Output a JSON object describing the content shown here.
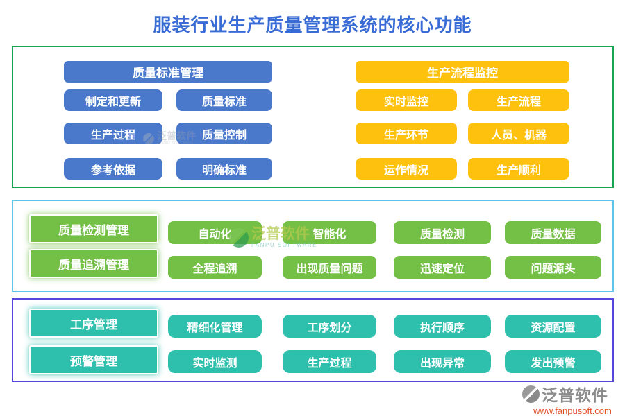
{
  "title": "服装行业生产质量管理系统的核心功能",
  "colors": {
    "title_text": "#3a6cd6",
    "blue_node": "#4a79cc",
    "orange_node": "#fec20e",
    "green_node": "#74bf45",
    "teal_node": "#2fbfad",
    "section_standard_border": "#18a452",
    "section_detection_border": "#5ec6ec",
    "section_procedure_border": "#5747dd",
    "footer_url_text": "#e25427"
  },
  "sections": {
    "standard": {
      "left_group": {
        "header": "质量标准管理",
        "items": [
          "制定和更新",
          "质量标准",
          "生产过程",
          "质量控制",
          "参考依据",
          "明确标准"
        ]
      },
      "right_group": {
        "header": "生产流程监控",
        "items": [
          "实时监控",
          "生产流程",
          "生产环节",
          "人员、机器",
          "运作情况",
          "生产顺利"
        ]
      }
    },
    "detection": {
      "featured": [
        "质量检测管理",
        "质量追溯管理"
      ],
      "row1": [
        "自动化",
        "智能化",
        "质量检测",
        "质量数据"
      ],
      "row2": [
        "全程追溯",
        "出现质量问题",
        "迅速定位",
        "问题源头"
      ]
    },
    "procedure": {
      "featured": [
        "工序管理",
        "预警管理"
      ],
      "row1": [
        "精细化管理",
        "工序划分",
        "执行顺序",
        "资源配置"
      ],
      "row2": [
        "实时监测",
        "生产过程",
        "出现异常",
        "发出预警"
      ]
    }
  },
  "watermark": {
    "name": "泛普软件",
    "sub": "FANPU SOFTWARE"
  },
  "footer": {
    "brand": "泛普软件",
    "url": "www.fanpusoft.com"
  }
}
